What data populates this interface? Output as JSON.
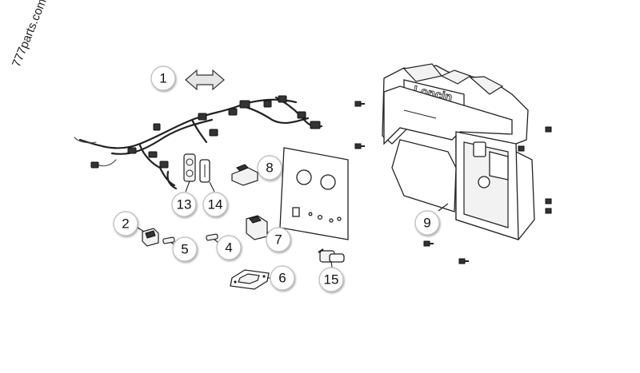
{
  "watermark": {
    "text": "777parts.com"
  },
  "callouts": [
    {
      "id": "c1",
      "label": "1"
    },
    {
      "id": "c2",
      "label": "2"
    },
    {
      "id": "c4",
      "label": "4"
    },
    {
      "id": "c5",
      "label": "5"
    },
    {
      "id": "c6",
      "label": "6"
    },
    {
      "id": "c7",
      "label": "7"
    },
    {
      "id": "c8",
      "label": "8"
    },
    {
      "id": "c9",
      "label": "9"
    },
    {
      "id": "c13",
      "label": "13"
    },
    {
      "id": "c14",
      "label": "14"
    },
    {
      "id": "c15",
      "label": "15"
    }
  ],
  "housing": {
    "brand_text": "Loncin"
  },
  "colors": {
    "line": "#222222",
    "bubble_border": "#bbbbbb",
    "arrow_fill": "#e6e6e6"
  },
  "icons": [
    "double-arrow-icon"
  ]
}
